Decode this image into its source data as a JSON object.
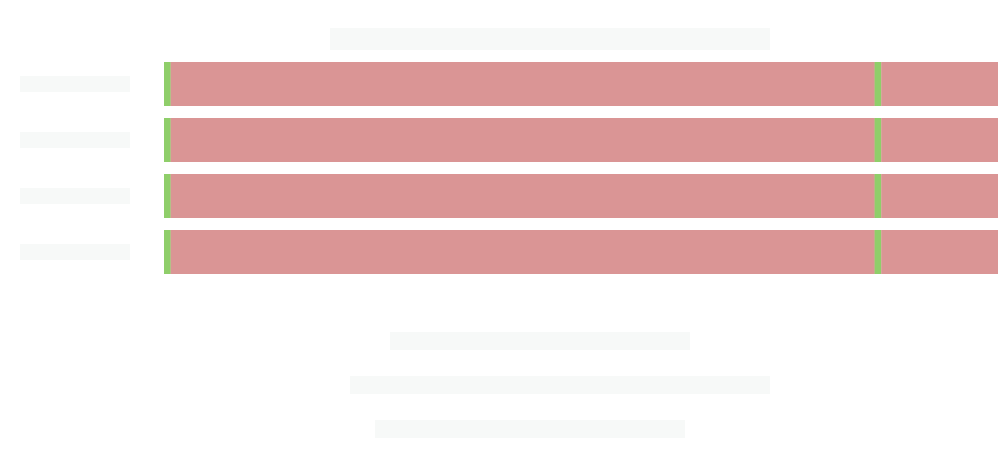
{
  "chart_data": {
    "type": "bar",
    "orientation": "horizontal",
    "stacked": true,
    "title": "",
    "xlabel": "",
    "ylabel": "",
    "categories": [
      "",
      "",
      "",
      ""
    ],
    "xlim": [
      0,
      100
    ],
    "grid": false,
    "series": [
      {
        "values": [
          0.8,
          0.8,
          0.8,
          0.8
        ],
        "color": "#8fce6a"
      },
      {
        "values": [
          84.4,
          84.4,
          84.4,
          84.4
        ],
        "color": "#da9595"
      },
      {
        "values": [
          0.8,
          0.8,
          0.8,
          0.8
        ],
        "color": "#8fce6a"
      },
      {
        "values": [
          14.0,
          14.0,
          14.0,
          14.0
        ],
        "color": "#da9595"
      }
    ],
    "legend": []
  }
}
